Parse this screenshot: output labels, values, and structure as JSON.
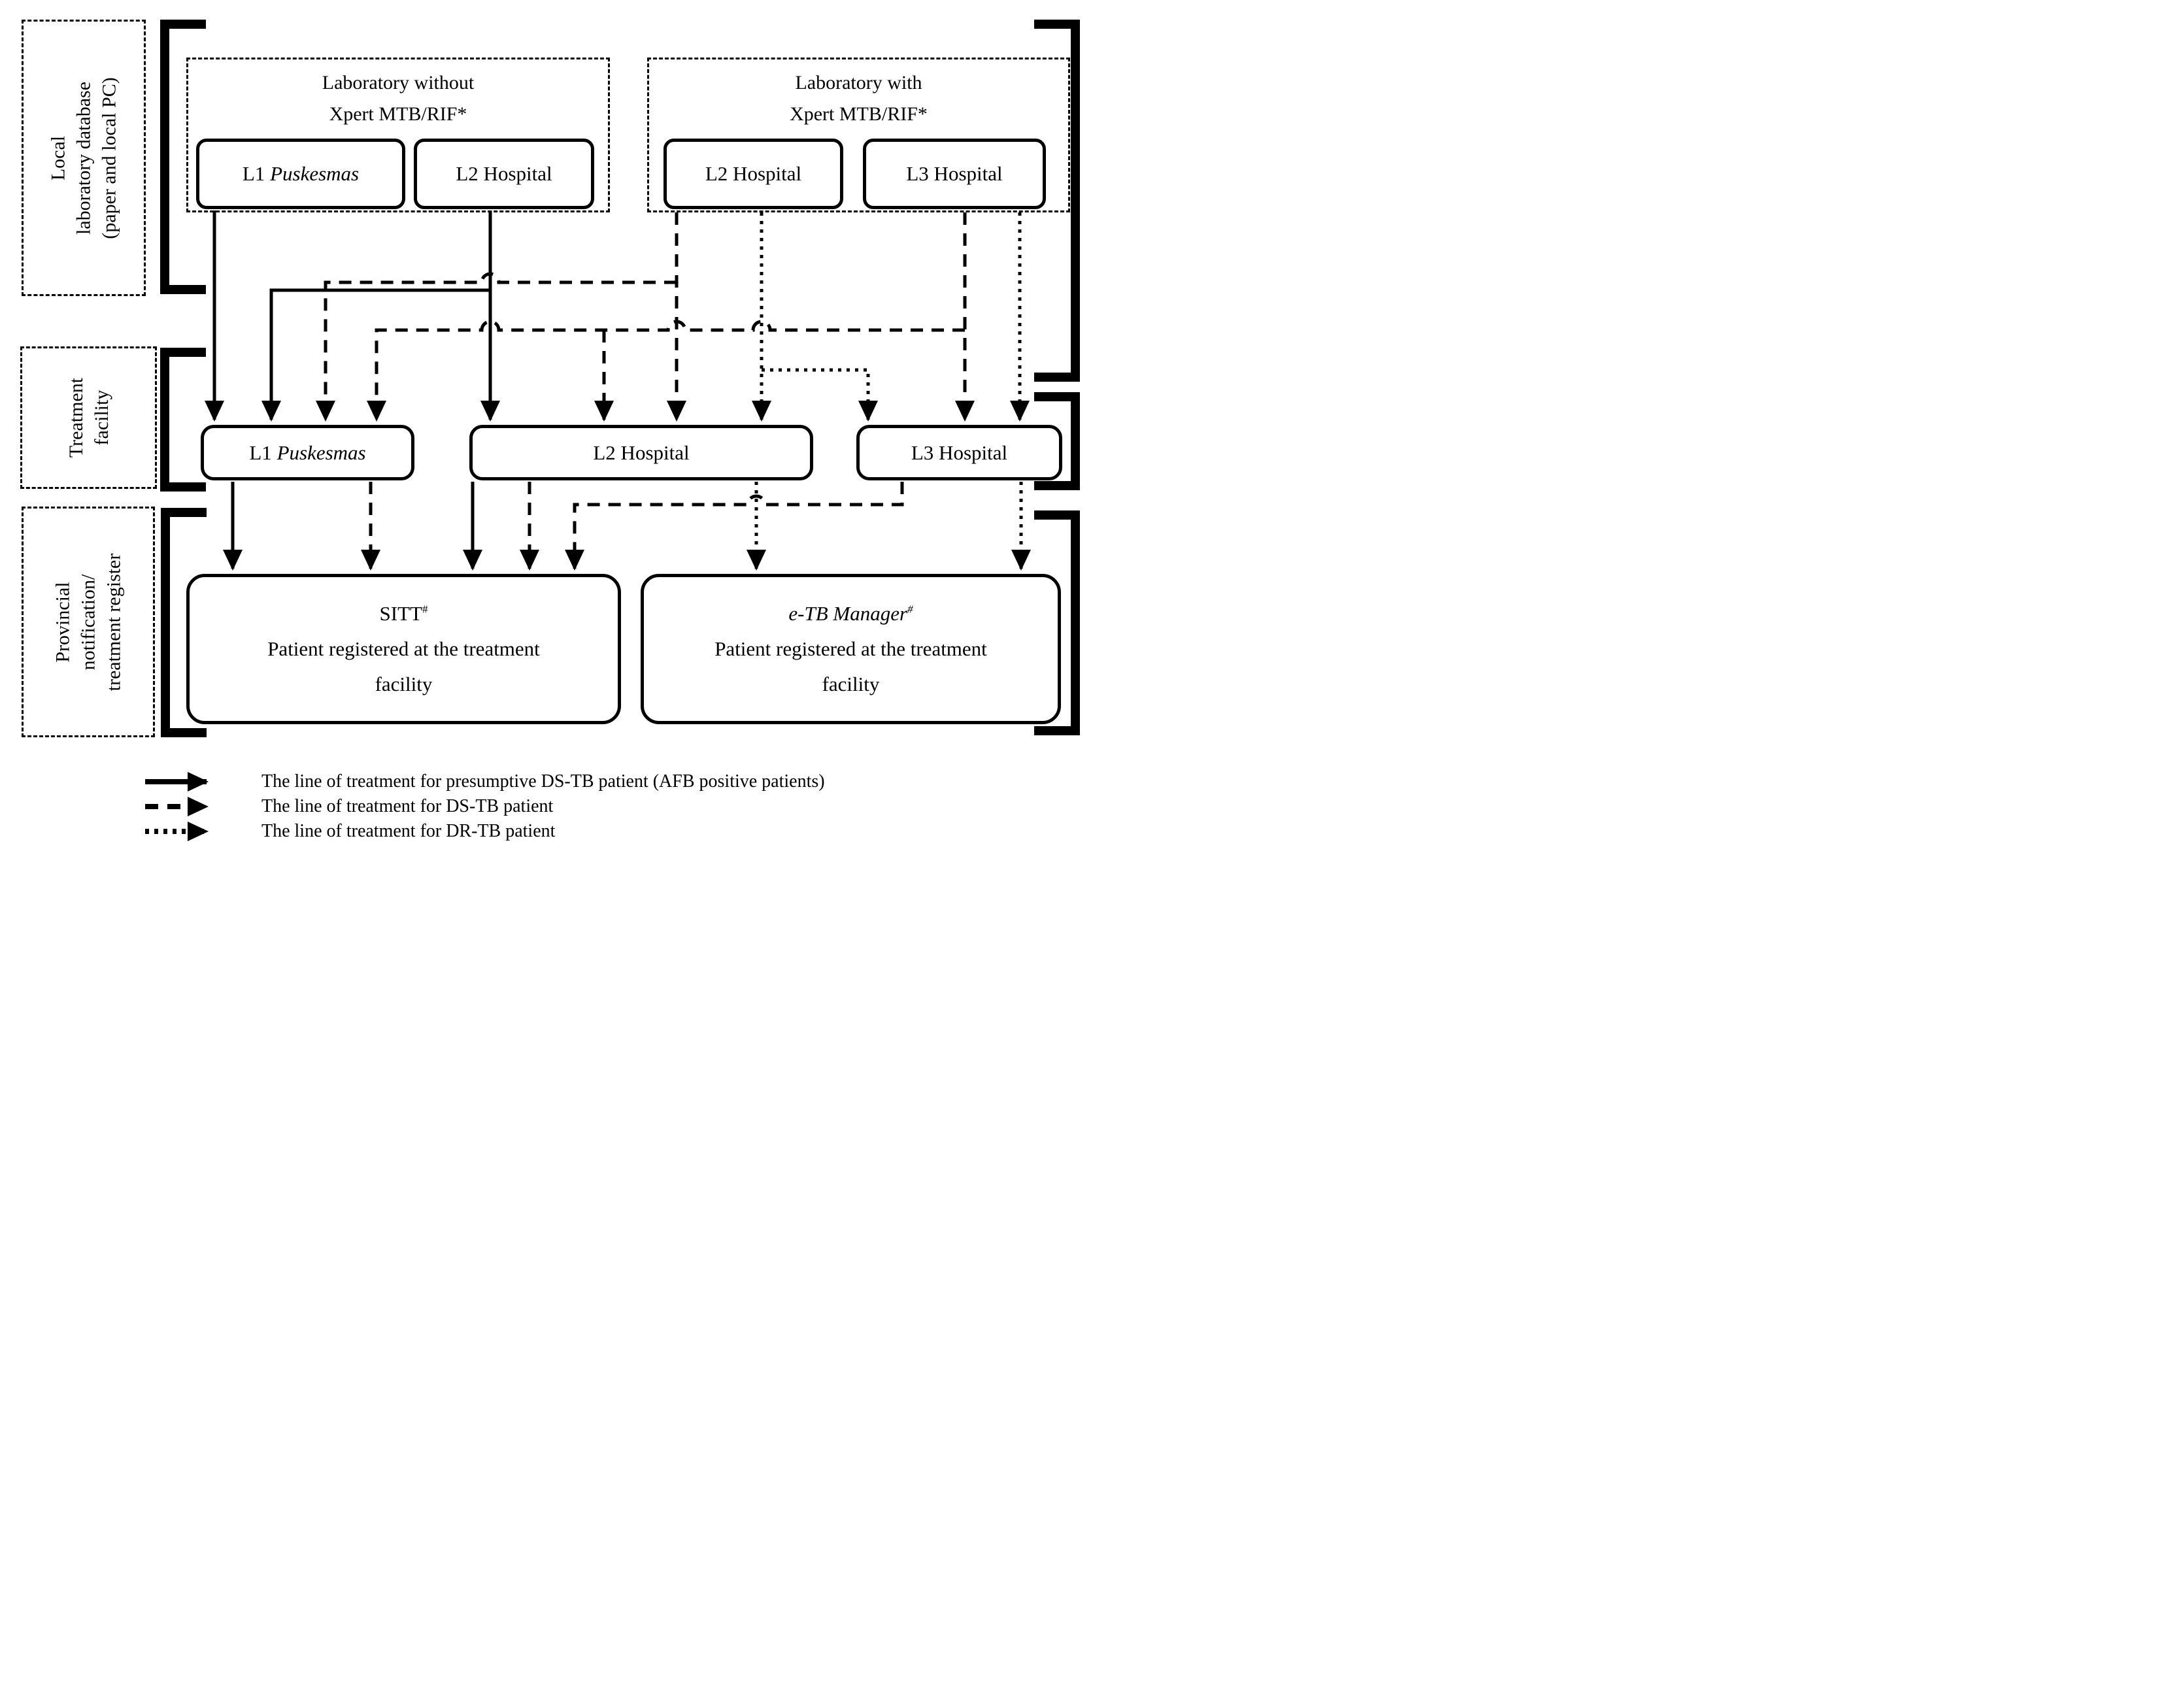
{
  "sections": {
    "local_lab": {
      "label_lines": [
        "Local",
        "laboratory database",
        "(paper and local PC)"
      ]
    },
    "treatment": {
      "label_lines": [
        "Treatment",
        "facility"
      ]
    },
    "provincial": {
      "label_lines": [
        "Provincial",
        "notification/",
        "treatment register"
      ]
    }
  },
  "lab_without": {
    "title_lines": [
      "Laboratory without",
      "Xpert MTB/RIF*"
    ],
    "l1_prefix": "L1",
    "l1_name": "Puskesmas",
    "l2": "L2 Hospital"
  },
  "lab_with": {
    "title_lines": [
      "Laboratory with",
      "Xpert MTB/RIF*"
    ],
    "l2": "L2 Hospital",
    "l3": "L3 Hospital"
  },
  "treatment_facilities": {
    "l1_prefix": "L1",
    "l1_name": "Puskesmas",
    "l2": "L2 Hospital",
    "l3": "L3 Hospital"
  },
  "registers": {
    "sitt": {
      "name": "SITT",
      "sup": "#",
      "desc_line1": "Patient registered at the treatment",
      "desc_line2": "facility"
    },
    "etb": {
      "name": "e-TB Manager",
      "sup": "#",
      "desc_line1": "Patient registered at the treatment",
      "desc_line2": "facility"
    }
  },
  "legend": {
    "items": [
      {
        "style": "solid",
        "label": "The line of treatment for presumptive DS-TB patient (AFB positive patients)"
      },
      {
        "style": "dashed",
        "label": "The line of treatment for DS-TB patient"
      },
      {
        "style": "dotted",
        "label": "The line of treatment for DR-TB patient"
      }
    ]
  },
  "colors": {
    "ink": "#000000",
    "background": "#ffffff"
  }
}
